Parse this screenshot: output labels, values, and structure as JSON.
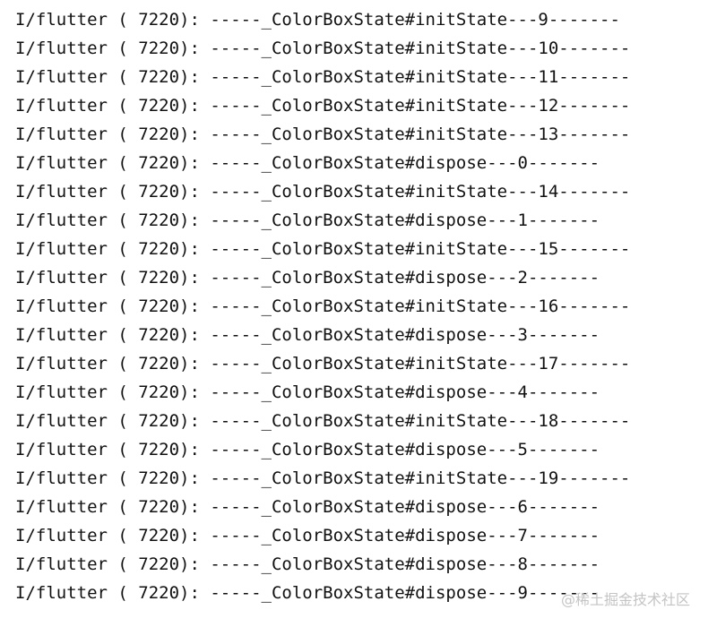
{
  "log_lines": [
    "I/flutter ( 7220): -----_ColorBoxState#initState---9-------",
    "I/flutter ( 7220): -----_ColorBoxState#initState---10-------",
    "I/flutter ( 7220): -----_ColorBoxState#initState---11-------",
    "I/flutter ( 7220): -----_ColorBoxState#initState---12-------",
    "I/flutter ( 7220): -----_ColorBoxState#initState---13-------",
    "I/flutter ( 7220): -----_ColorBoxState#dispose---0-------",
    "I/flutter ( 7220): -----_ColorBoxState#initState---14-------",
    "I/flutter ( 7220): -----_ColorBoxState#dispose---1-------",
    "I/flutter ( 7220): -----_ColorBoxState#initState---15-------",
    "I/flutter ( 7220): -----_ColorBoxState#dispose---2-------",
    "I/flutter ( 7220): -----_ColorBoxState#initState---16-------",
    "I/flutter ( 7220): -----_ColorBoxState#dispose---3-------",
    "I/flutter ( 7220): -----_ColorBoxState#initState---17-------",
    "I/flutter ( 7220): -----_ColorBoxState#dispose---4-------",
    "I/flutter ( 7220): -----_ColorBoxState#initState---18-------",
    "I/flutter ( 7220): -----_ColorBoxState#dispose---5-------",
    "I/flutter ( 7220): -----_ColorBoxState#initState---19-------",
    "I/flutter ( 7220): -----_ColorBoxState#dispose---6-------",
    "I/flutter ( 7220): -----_ColorBoxState#dispose---7-------",
    "I/flutter ( 7220): -----_ColorBoxState#dispose---8-------",
    "I/flutter ( 7220): -----_ColorBoxState#dispose---9-------"
  ],
  "watermark": "@稀土掘金技术社区",
  "colors": {
    "background": "#ffffff",
    "text": "#111111",
    "watermark": "#c4c4c4"
  }
}
